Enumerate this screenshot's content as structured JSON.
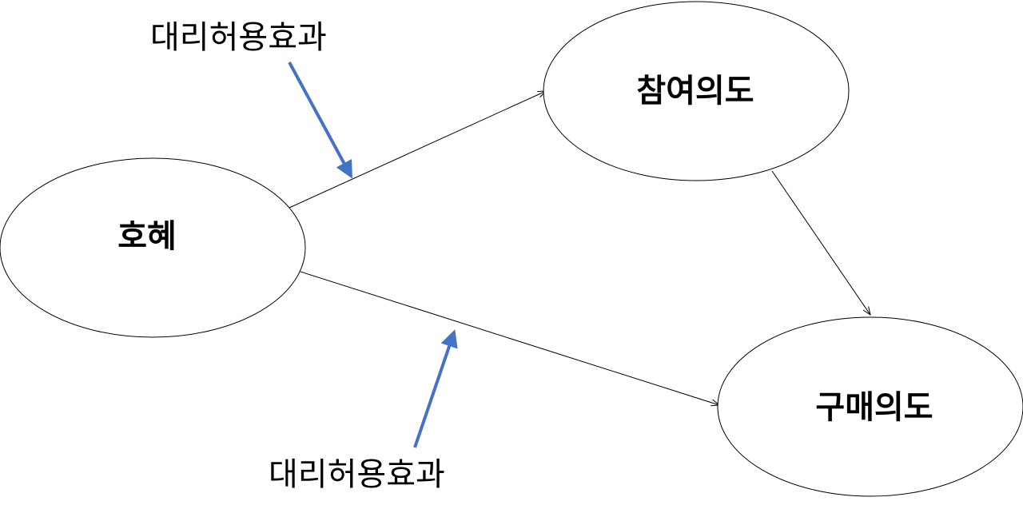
{
  "diagram": {
    "nodes": {
      "reciprocity": {
        "label": "호혜"
      },
      "participation_intention": {
        "label": "참여의도"
      },
      "purchase_intention": {
        "label": "구매의도"
      }
    },
    "annotations": {
      "top": {
        "label": "대리허용효과"
      },
      "bottom": {
        "label": "대리허용효과"
      }
    },
    "edges": [
      {
        "from": "reciprocity",
        "to": "participation_intention"
      },
      {
        "from": "reciprocity",
        "to": "purchase_intention"
      },
      {
        "from": "participation_intention",
        "to": "purchase_intention"
      }
    ],
    "colors": {
      "effect_arrow": "#4472c4",
      "edge": "#000000",
      "node_border": "#000000",
      "background": "#ffffff"
    }
  }
}
